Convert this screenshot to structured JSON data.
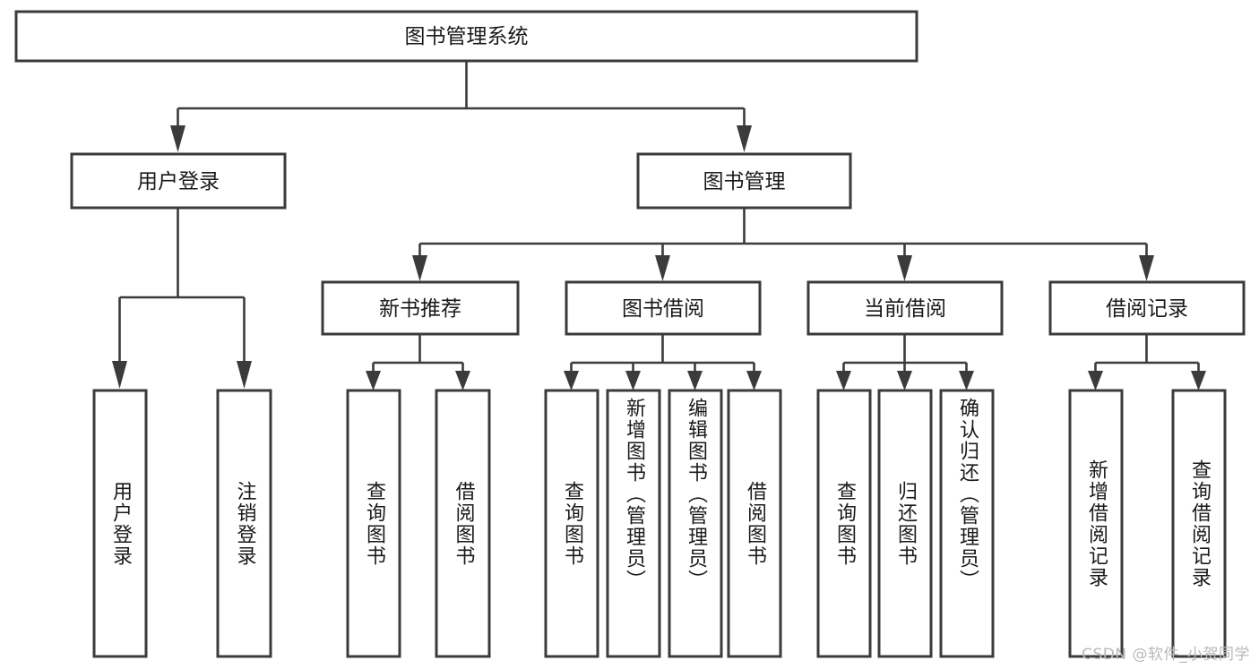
{
  "diagram": {
    "type": "tree-hierarchy",
    "title": "图书管理系统",
    "watermark": "CSDN @软件_小贺同学",
    "colors": {
      "box_stroke": "#3b3b3b",
      "box_fill": "#ffffff",
      "text": "#1a1a1a",
      "connector": "#3b3b3b",
      "watermark": "#b9b9b9",
      "background": "#ffffff"
    },
    "levels": {
      "root": {
        "label": "图书管理系统"
      },
      "level2": [
        {
          "label": "用户登录"
        },
        {
          "label": "图书管理"
        }
      ],
      "level3": [
        {
          "label": "新书推荐"
        },
        {
          "label": "图书借阅"
        },
        {
          "label": "当前借阅"
        },
        {
          "label": "借阅记录"
        }
      ],
      "leaves": {
        "user_login": [
          {
            "label": "用户登录"
          },
          {
            "label": "注销登录"
          }
        ],
        "new_book_recommend": [
          {
            "label": "查询图书"
          },
          {
            "label": "借阅图书"
          }
        ],
        "book_borrow": [
          {
            "label": "查询图书"
          },
          {
            "label": "新增图书（管理员）"
          },
          {
            "label": "编辑图书（管理员）"
          },
          {
            "label": "借阅图书"
          }
        ],
        "current_borrow": [
          {
            "label": "查询图书"
          },
          {
            "label": "归还图书"
          },
          {
            "label": "确认归还（管理员）"
          }
        ],
        "borrow_record": [
          {
            "label": "新增借阅记录"
          },
          {
            "label": "查询借阅记录"
          }
        ]
      }
    }
  }
}
